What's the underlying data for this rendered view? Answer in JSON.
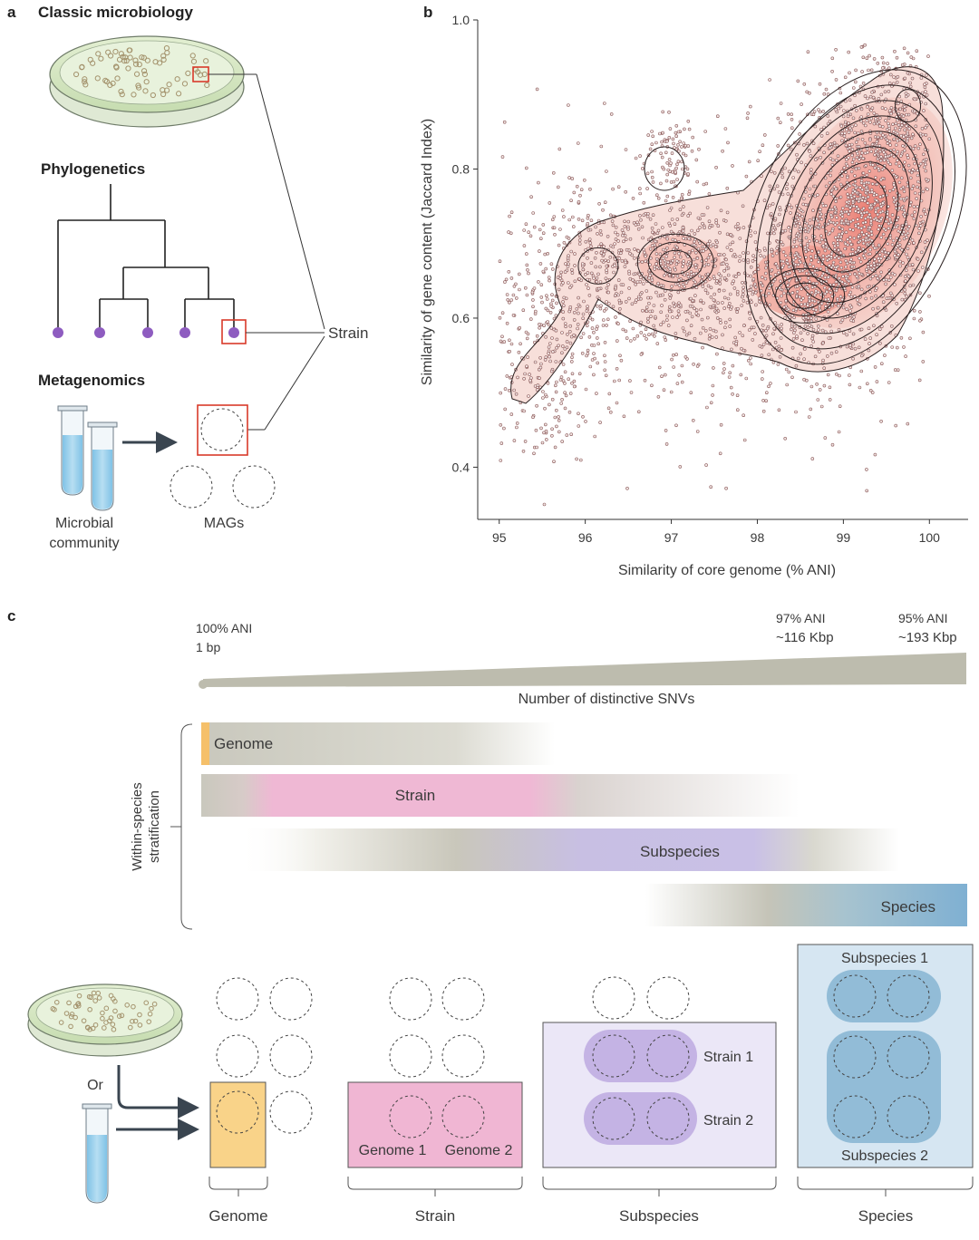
{
  "panel_a": {
    "letter": "a",
    "classic_title": "Classic microbiology",
    "phylo_title": "Phylogenetics",
    "meta_title": "Metagenomics",
    "strain_label": "Strain",
    "community_label_1": "Microbial",
    "community_label_2": "community",
    "mags_label": "MAGs"
  },
  "panel_b": {
    "letter": "b",
    "chart_data": {
      "type": "scatter",
      "xlabel": "Similarity of core genome (% ANI)",
      "ylabel": "Similarity of gene content (Jaccard Index)",
      "xlim": [
        94.75,
        100.45
      ],
      "ylim": [
        0.33,
        1.0
      ],
      "x_ticks": [
        "95",
        "96",
        "97",
        "98",
        "99",
        "100"
      ],
      "y_ticks": [
        "0.4",
        "0.6",
        "0.8",
        "1.0"
      ],
      "point_color": "#8b5a5a",
      "density_color": "#e8766a",
      "density_peaks": [
        {
          "x": 99.25,
          "y": 0.76
        },
        {
          "x": 98.55,
          "y": 0.63
        },
        {
          "x": 97.05,
          "y": 0.675
        },
        {
          "x": 96.15,
          "y": 0.67
        },
        {
          "x": 99.75,
          "y": 0.885
        }
      ]
    }
  },
  "panel_c": {
    "letter": "c",
    "ani_100": "100% ANI",
    "bp_1": "1 bp",
    "ani_97": "97% ANI",
    "kbp_116": "~116 Kbp",
    "ani_95": "95% ANI",
    "kbp_193": "~193 Kbp",
    "snv_label": "Number of distinctive SNVs",
    "strat_label_1": "Within-species",
    "strat_label_2": "stratification",
    "bands": {
      "genome": "Genome",
      "strain": "Strain",
      "subspecies": "Subspecies",
      "species": "Species"
    },
    "colors": {
      "genome": "#f5c06a",
      "strain": "#ea9cc3",
      "subspecies": "#b9a6e0",
      "species": "#79acd0",
      "grey": "#c9c8bd"
    },
    "or_label": "Or",
    "box_labels": {
      "genome_1": "Genome 1",
      "genome_2": "Genome 2",
      "strain_1": "Strain 1",
      "strain_2": "Strain 2",
      "subspecies_1": "Subspecies 1",
      "subspecies_2": "Subspecies 2"
    },
    "bottom_labels": {
      "genome": "Genome",
      "strain": "Strain",
      "subspecies": "Subspecies",
      "species": "Species"
    }
  }
}
